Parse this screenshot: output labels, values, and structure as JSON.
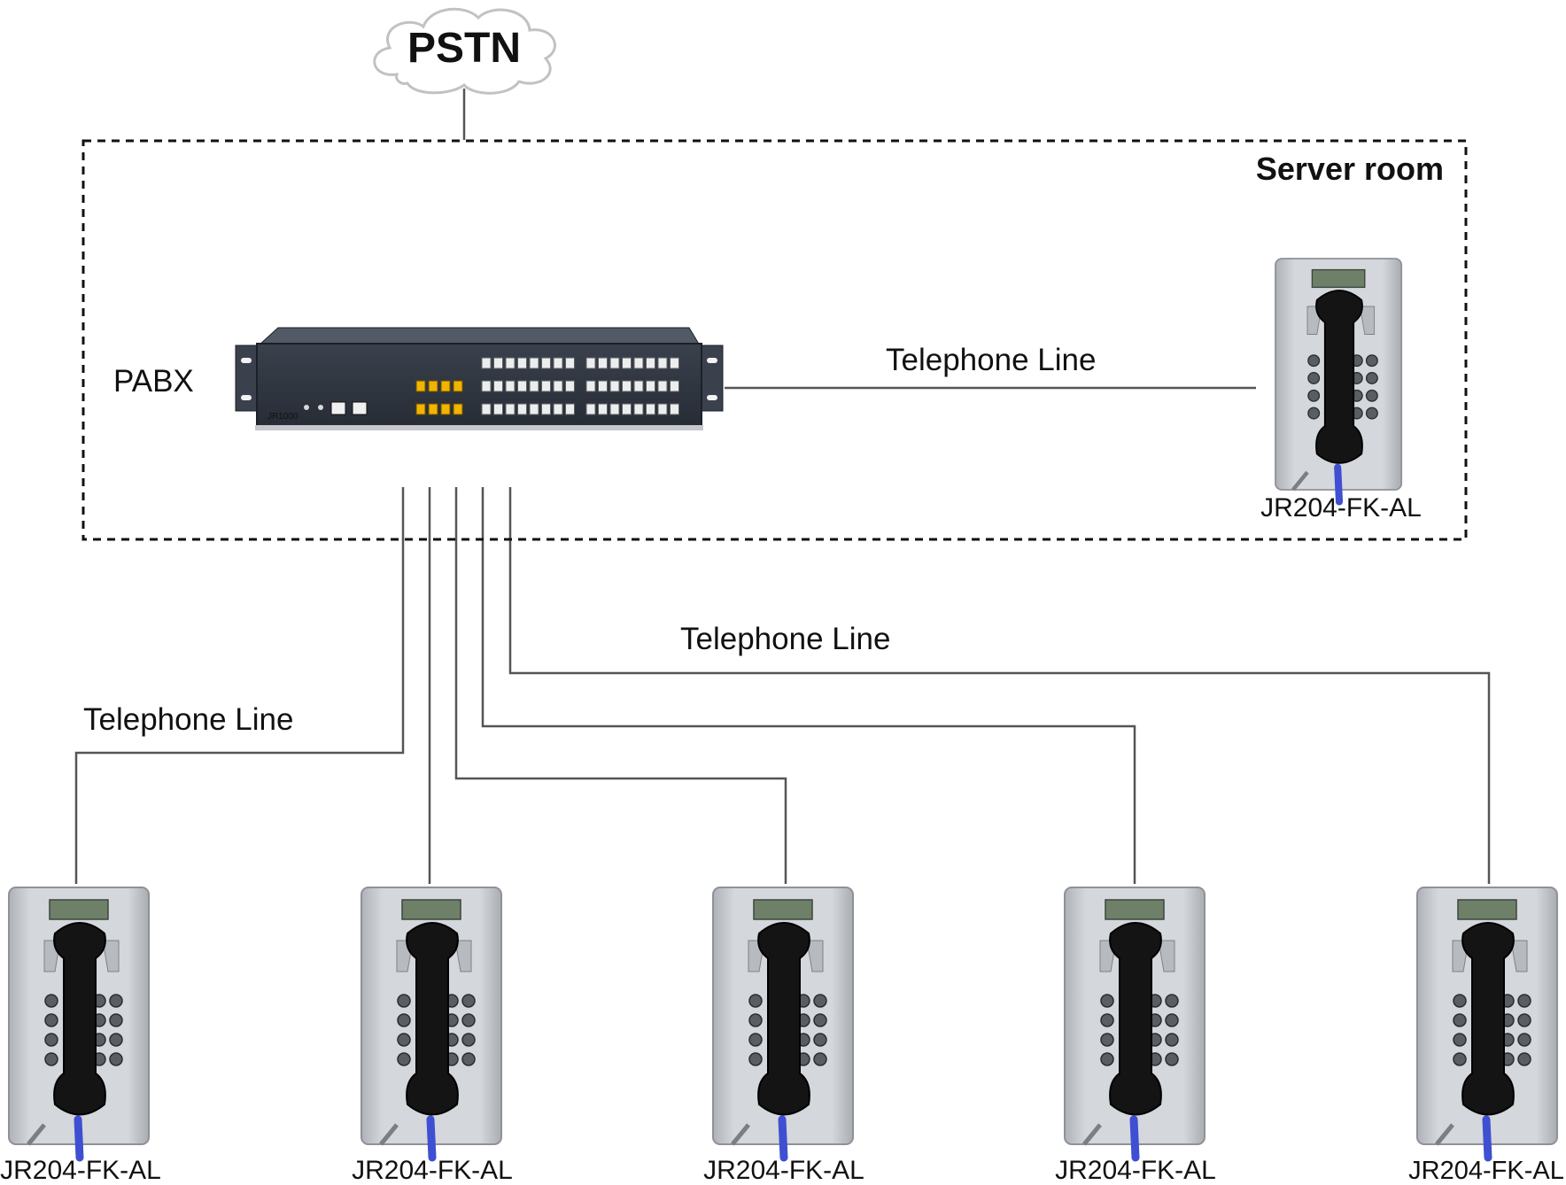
{
  "cloud": {
    "label": "PSTN"
  },
  "server_room": {
    "label": "Server room"
  },
  "pabx": {
    "label": "PABX",
    "model_text": "JR1000"
  },
  "lines": {
    "server_line_label": "Telephone Line",
    "middle_line_label": "Telephone Line",
    "left_line_label": "Telephone Line"
  },
  "phones": {
    "server": {
      "label": "JR204-FK-AL"
    },
    "field": [
      {
        "label": "JR204-FK-AL"
      },
      {
        "label": "JR204-FK-AL"
      },
      {
        "label": "JR204-FK-AL"
      },
      {
        "label": "JR204-FK-AL"
      },
      {
        "label": "JR204-FK-AL"
      }
    ]
  },
  "colors": {
    "line": "#555555",
    "device_body": "#2f3540",
    "port_yellow": "#f1b400",
    "phone_panel": "#c9ccd0",
    "display": "#6f8068",
    "handset": "#141414",
    "cord": "#3f4fd1"
  }
}
